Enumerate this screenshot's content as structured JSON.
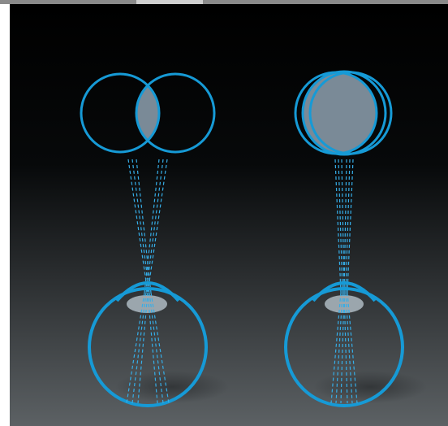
{
  "diagram": {
    "panels": [
      {
        "id": "left",
        "overlap": "partial"
      },
      {
        "id": "right",
        "overlap": "near-complete"
      }
    ]
  },
  "colors": {
    "outline_blue": "#169ad6",
    "lens_fill": "#7a8a97",
    "eye_lens_fill": "#a6b2ba",
    "ray_blue": "#36aee8",
    "background_top": "#000000",
    "background_bottom": "#5a5f62",
    "top_bar": "#8a8a8a"
  }
}
